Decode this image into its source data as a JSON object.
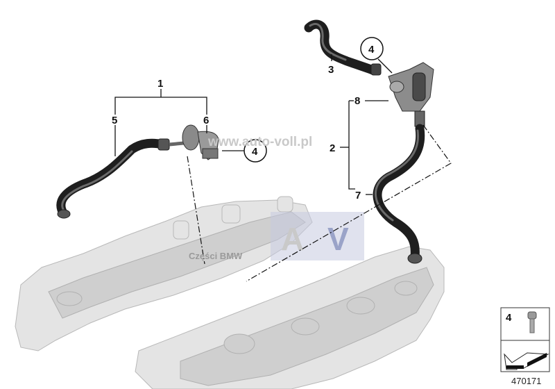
{
  "diagram": {
    "callouts": {
      "part1": "1",
      "part5": "5",
      "part6": "6",
      "part4_left": "4",
      "part3": "3",
      "part4_right": "4",
      "part8": "8",
      "part2": "2",
      "part7": "7"
    },
    "legend": {
      "part_number": "4",
      "part_icon": "bolt-icon",
      "arrow_icon": "arrow-icon"
    },
    "diagram_number": "470171",
    "watermarks": {
      "site": "www.auto-voll.pl",
      "brand_text": "Części BMW",
      "logo_letter_a": "A",
      "logo_letter_v": "V"
    }
  }
}
